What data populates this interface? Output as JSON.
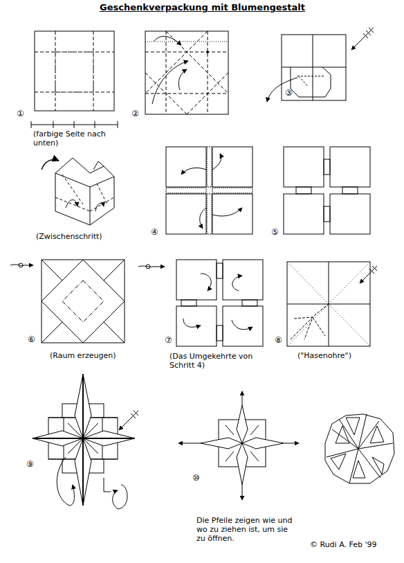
{
  "diagram": {
    "title": "Geschenkverpackung mit Blumengestalt",
    "labels": [
      "①",
      "(farbige Seite nach unten)",
      "②",
      "③",
      "(Zwischenschritt)",
      "④",
      "⑤",
      "⑥",
      "(Raum erzeugen)",
      "⑦",
      "(Das Umgekehrte von Schritt 4)",
      "⑧",
      "(\"Hasenohre\")",
      "⑨",
      "⑩",
      "Die Pfeile zeigen wie und wo zu ziehen ist, um sie zu öffnen.",
      "© Rudi A. Feb '99"
    ]
  }
}
